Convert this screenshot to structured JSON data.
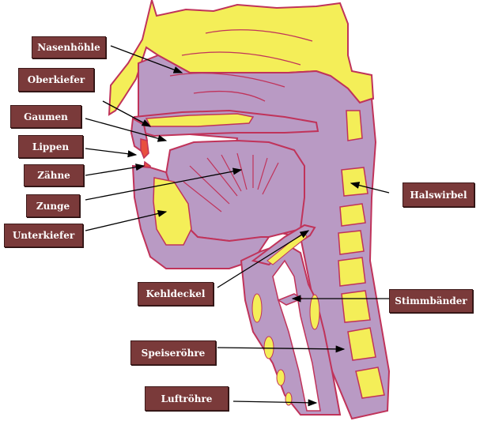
{
  "colors": {
    "tissue": "#b99ac4",
    "bone": "#f4ee58",
    "outline": "#c0335a",
    "red_part": "#e8503f",
    "label_bg": "#7a3a3a",
    "label_text": "#ffffff",
    "arrow": "#000000"
  },
  "labels": {
    "nasenhoehle": "Nasenhöhle",
    "oberkiefer": "Oberkiefer",
    "gaumen": "Gaumen",
    "lippen": "Lippen",
    "zaehne": "Zähne",
    "zunge": "Zunge",
    "unterkiefer": "Unterkiefer",
    "halswirbel": "Halswirbel",
    "kehldeckel": "Kehldeckel",
    "stimmbaender": "Stimmbänder",
    "speiseroehre": "Speiseröhre",
    "luftroehre": "Luftröhre"
  }
}
